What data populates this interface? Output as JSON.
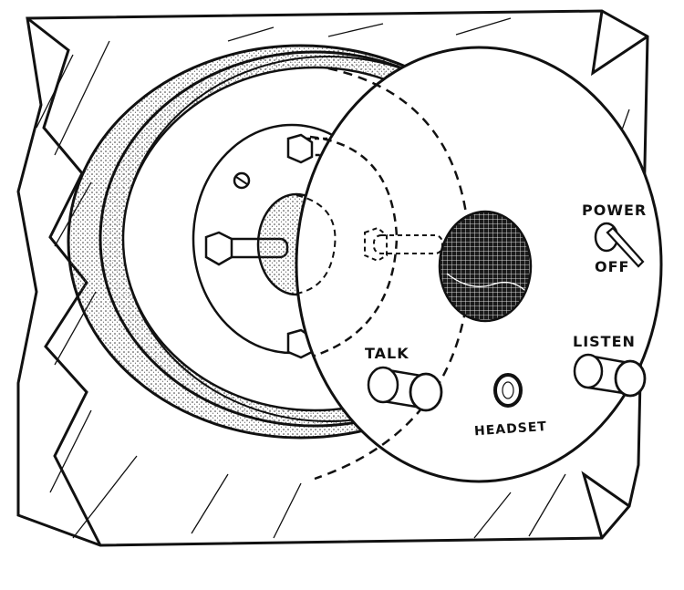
{
  "labels": {
    "power": "POWER",
    "off": "OFF",
    "listen": "LISTEN",
    "talk": "TALK",
    "headset": "HEADSET"
  },
  "colors": {
    "ink": "#111111",
    "paper": "#ffffff",
    "stipple": "#777777"
  }
}
